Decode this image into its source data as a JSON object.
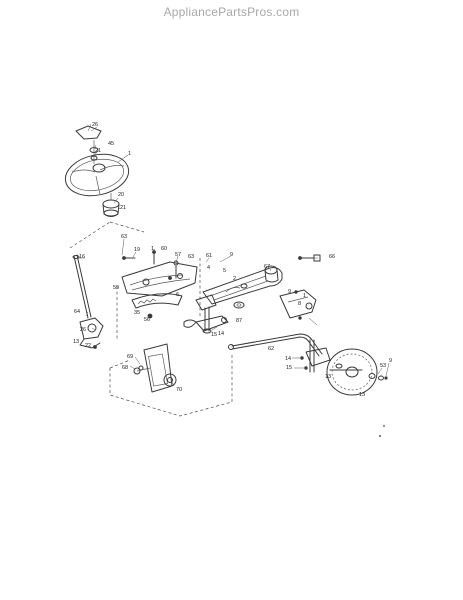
{
  "watermark": "AppliancePartsPros.com",
  "callouts": {
    "c26a": "26",
    "c45": "45",
    "c21a": "21",
    "c1a": "1",
    "c20": "20",
    "c21b": "21",
    "c63a": "63",
    "c19": "19",
    "c1b": "1",
    "c60": "60",
    "c57": "57",
    "c61": "61",
    "c9a": "9",
    "c16": "16",
    "c63b": "63",
    "c4": "4",
    "c2": "2",
    "c5": "5",
    "c59": "59",
    "c35": "35",
    "c56": "56",
    "c67": "67",
    "c66": "66",
    "c9b": "9",
    "c8": "8",
    "c1c": "1",
    "c6": "6",
    "c87": "87",
    "c14a": "14",
    "c15a": "15",
    "c64": "64",
    "c26b": "26",
    "c13a": "13",
    "c22": "22",
    "c62": "62",
    "c14b": "14",
    "c15b": "15",
    "c13b": "13",
    "c53": "53",
    "c9c": "9",
    "c13c": "13",
    "c68": "68",
    "c69": "69",
    "c70": "70"
  }
}
